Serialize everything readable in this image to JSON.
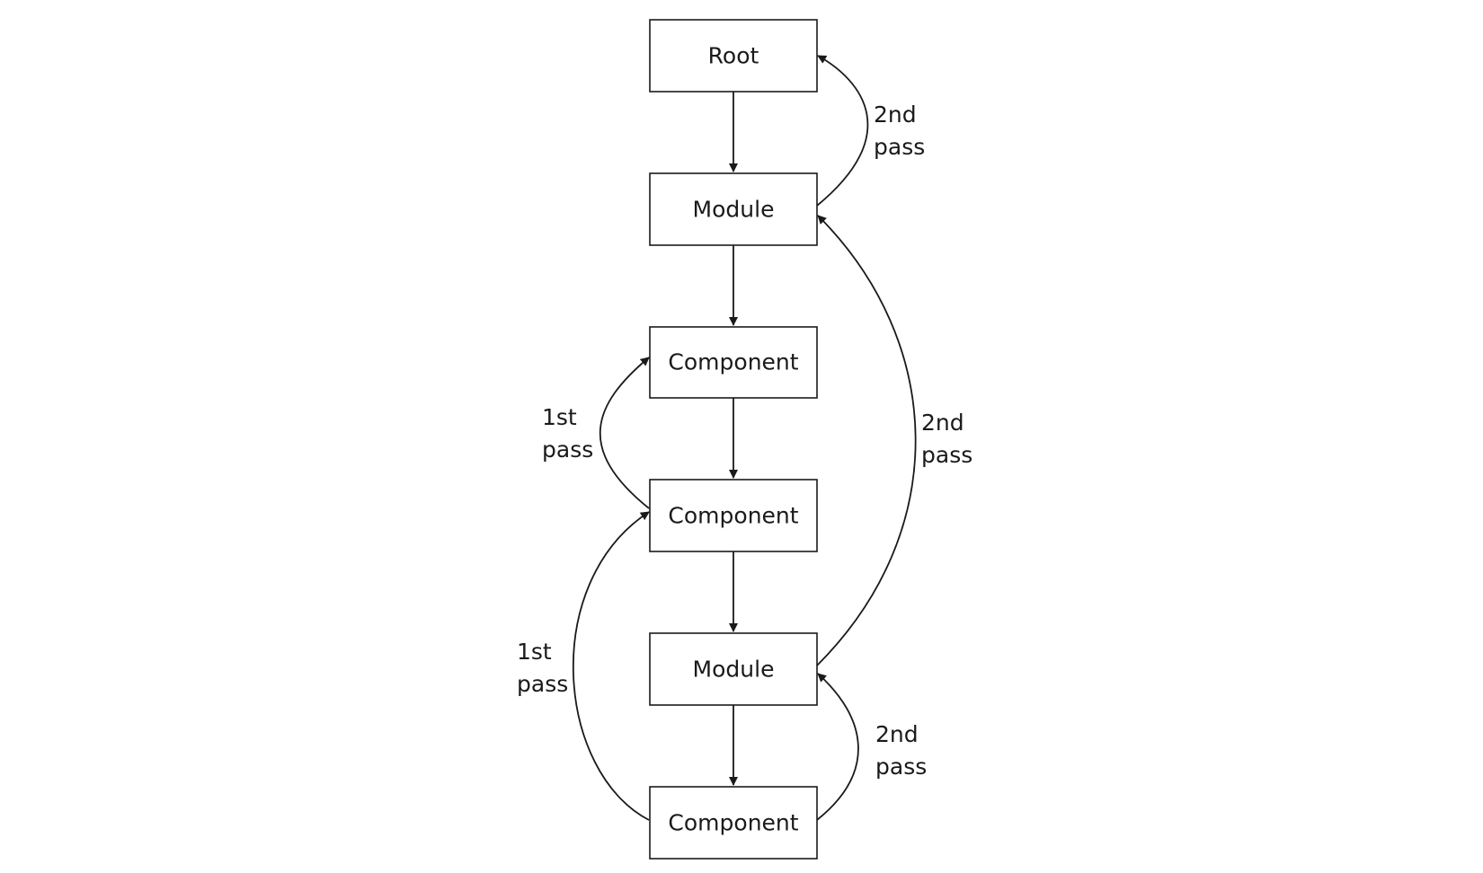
{
  "diagram": {
    "nodes": [
      {
        "id": "root",
        "label": "Root"
      },
      {
        "id": "module-1",
        "label": "Module"
      },
      {
        "id": "component-1",
        "label": "Component"
      },
      {
        "id": "component-2",
        "label": "Component"
      },
      {
        "id": "module-2",
        "label": "Module"
      },
      {
        "id": "component-3",
        "label": "Component"
      }
    ],
    "edges": [
      {
        "from": "root",
        "to": "module-1"
      },
      {
        "from": "module-1",
        "to": "component-1"
      },
      {
        "from": "component-1",
        "to": "component-2"
      },
      {
        "from": "component-2",
        "to": "module-2"
      },
      {
        "from": "module-2",
        "to": "component-3"
      }
    ],
    "passes": [
      {
        "from": "module-1",
        "to": "root",
        "line1": "2nd",
        "line2": "pass"
      },
      {
        "from": "component-2",
        "to": "component-1",
        "line1": "1st",
        "line2": "pass"
      },
      {
        "from": "module-2",
        "to": "module-1",
        "line1": "2nd",
        "line2": "pass"
      },
      {
        "from": "component-3",
        "to": "component-2",
        "line1": "1st",
        "line2": "pass"
      },
      {
        "from": "component-3",
        "to": "module-2",
        "line1": "2nd",
        "line2": "pass"
      }
    ]
  }
}
